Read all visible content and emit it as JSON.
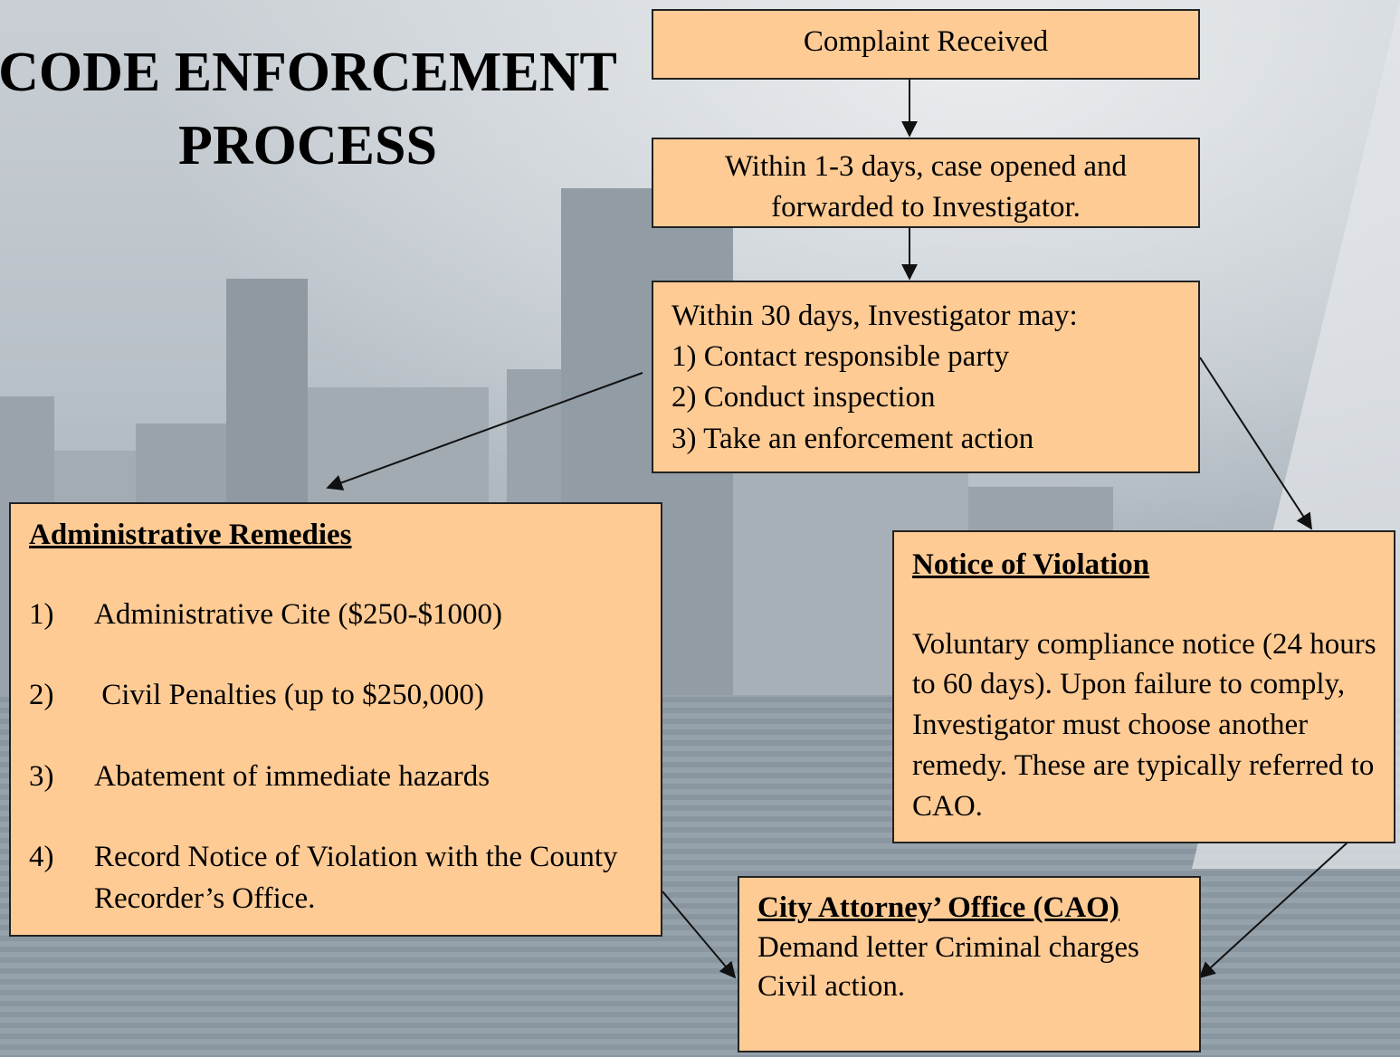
{
  "title": {
    "line1": "CODE ENFORCEMENT",
    "line2": "PROCESS"
  },
  "steps": {
    "complaint": "Complaint Received",
    "opened_line1": "Within 1-3 days, case opened and",
    "opened_line2": "forwarded to Investigator.",
    "investigator": {
      "intro": "Within 30 days, Investigator may:",
      "items": [
        "1) Contact responsible party",
        "2) Conduct inspection",
        "3) Take an enforcement action"
      ]
    }
  },
  "admin": {
    "heading": "Administrative Remedies",
    "items": [
      {
        "num": "1)",
        "text": "Administrative Cite ($250-$1000)"
      },
      {
        "num": "2)",
        "text": " Civil Penalties (up to $250,000)"
      },
      {
        "num": "3)",
        "text": "Abatement of immediate hazards"
      },
      {
        "num": "4)",
        "text": "Record Notice of Violation with the County Recorder’s Office."
      }
    ]
  },
  "notice": {
    "heading": "Notice of Violation",
    "body": "Voluntary compliance notice (24 hours to 60 days). Upon failure to comply, Investigator must choose another remedy. These are typically referred to CAO."
  },
  "cao": {
    "heading": "City Attorney’ Office (CAO)",
    "body": "Demand letter Criminal charges   Civil action."
  },
  "colors": {
    "box_fill": "#fecb95",
    "border": "#222222",
    "arrow": "#111111"
  }
}
